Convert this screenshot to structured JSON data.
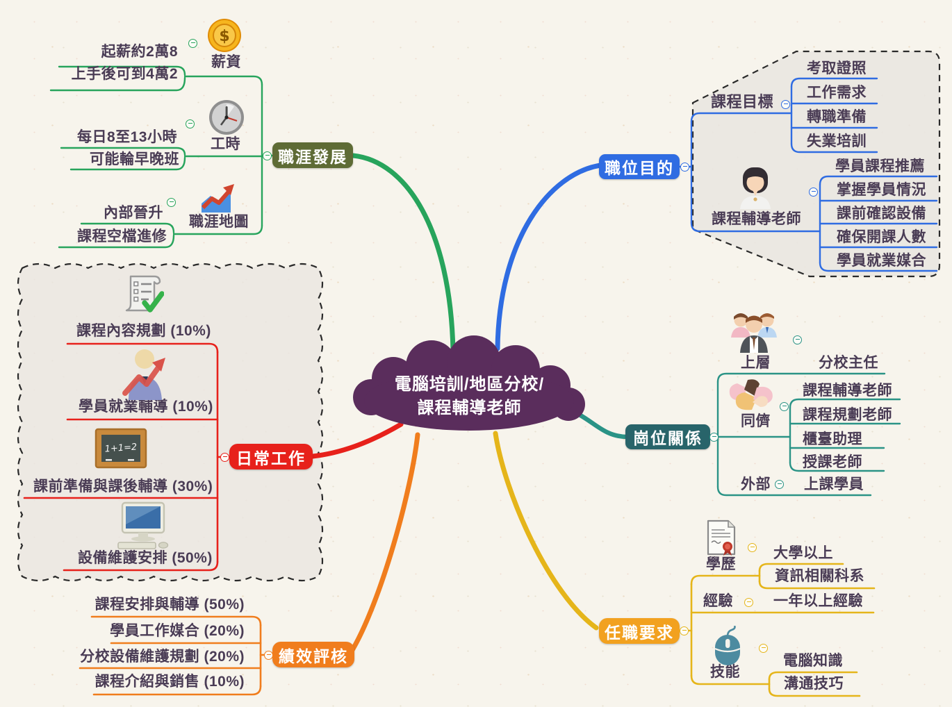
{
  "central": {
    "line1": "電腦培訓/地區分校/",
    "line2": "課程輔導老師",
    "color": "#5a2d5c",
    "text_color": "#ffffff"
  },
  "branches": {
    "career": {
      "label": "職涯發展",
      "label_bg": "#5e6b35",
      "line_color": "#27a45c",
      "children": [
        {
          "label": "薪資",
          "icon": "coin-icon",
          "items": [
            "起薪約2萬8",
            "上手後可到4萬2"
          ]
        },
        {
          "label": "工時",
          "icon": "clock-icon",
          "items": [
            "每日8至13小時",
            "可能輪早晚班"
          ]
        },
        {
          "label": "職涯地圖",
          "icon": "trend-chart-icon",
          "items": [
            "內部晉升",
            "課程空檔進修"
          ]
        }
      ]
    },
    "purpose": {
      "label": "職位目的",
      "label_bg": "#2f6ce2",
      "line_color": "#2f6ce2",
      "children": [
        {
          "label": "課程目標",
          "items": [
            "考取證照",
            "工作需求",
            "轉職準備",
            "失業培訓"
          ]
        },
        {
          "label": "課程輔導老師",
          "icon": "teacher-avatar-icon",
          "items": [
            "學員課程推薦",
            "掌握學員情況",
            "課前確認設備",
            "確保開課人數",
            "學員就業媒合"
          ]
        }
      ]
    },
    "daily": {
      "label": "日常工作",
      "label_bg": "#e7211b",
      "line_color": "#e7211b",
      "children": [
        {
          "icon": "checklist-icon",
          "label": "課程內容規劃 (10%)"
        },
        {
          "icon": "person-growth-icon",
          "label": "學員就業輔導 (10%)"
        },
        {
          "icon": "blackboard-icon",
          "label": "課前準備與課後輔導 (30%)"
        },
        {
          "icon": "computer-icon",
          "label": "設備維護安排 (50%)"
        }
      ]
    },
    "relations": {
      "label": "崗位關係",
      "label_bg": "#28646a",
      "line_color": "#2a9386",
      "children": [
        {
          "label": "上層",
          "icon": "team-icon",
          "items": [
            "分校主任"
          ]
        },
        {
          "label": "同儕",
          "icon": "handshake-icon",
          "items": [
            "課程輔導老師",
            "課程規劃老師",
            "櫃臺助理",
            "授課老師"
          ]
        },
        {
          "label": "外部",
          "items": [
            "上課學員"
          ]
        }
      ]
    },
    "performance": {
      "label": "績效評核",
      "label_bg": "#f07d1d",
      "line_color": "#f07d1d",
      "children": [
        {
          "label": "課程安排與輔導 (50%)"
        },
        {
          "label": "學員工作媒合 (20%)"
        },
        {
          "label": "分校設備維護規劃 (20%)"
        },
        {
          "label": "課程介紹與銷售 (10%)"
        }
      ]
    },
    "requirements": {
      "label": "任職要求",
      "label_bg": "#f2a11f",
      "line_color": "#e5b51a",
      "children": [
        {
          "label": "學歷",
          "icon": "certificate-icon",
          "items": [
            "大學以上",
            "資訊相關科系"
          ]
        },
        {
          "label": "經驗",
          "items": [
            "一年以上經驗"
          ]
        },
        {
          "label": "技能",
          "icon": "mouse-icon",
          "items": [
            "電腦知識",
            "溝通技巧"
          ]
        }
      ]
    }
  }
}
